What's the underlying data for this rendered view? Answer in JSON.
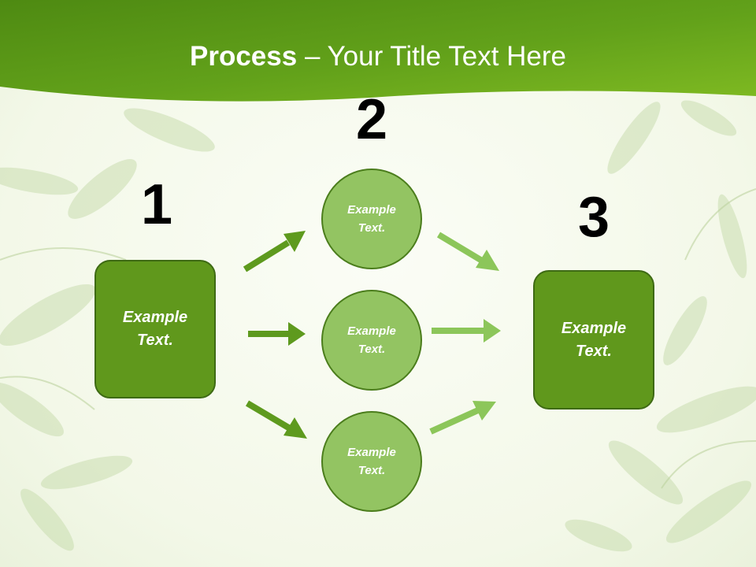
{
  "title": {
    "bold": "Process",
    "rest": " – Your Title Text Here"
  },
  "steps": [
    {
      "number": "1",
      "label": "Example Text."
    },
    {
      "number": "2",
      "items": [
        "Example Text.",
        "Example Text.",
        "Example Text."
      ]
    },
    {
      "number": "3",
      "label": "Example Text."
    }
  ],
  "colors": {
    "header_green": "#6aa51c",
    "box_green": "#60981c",
    "circle_green": "#93c462",
    "arrow_dark": "#5e9a1e",
    "arrow_light": "#8cc65a"
  }
}
